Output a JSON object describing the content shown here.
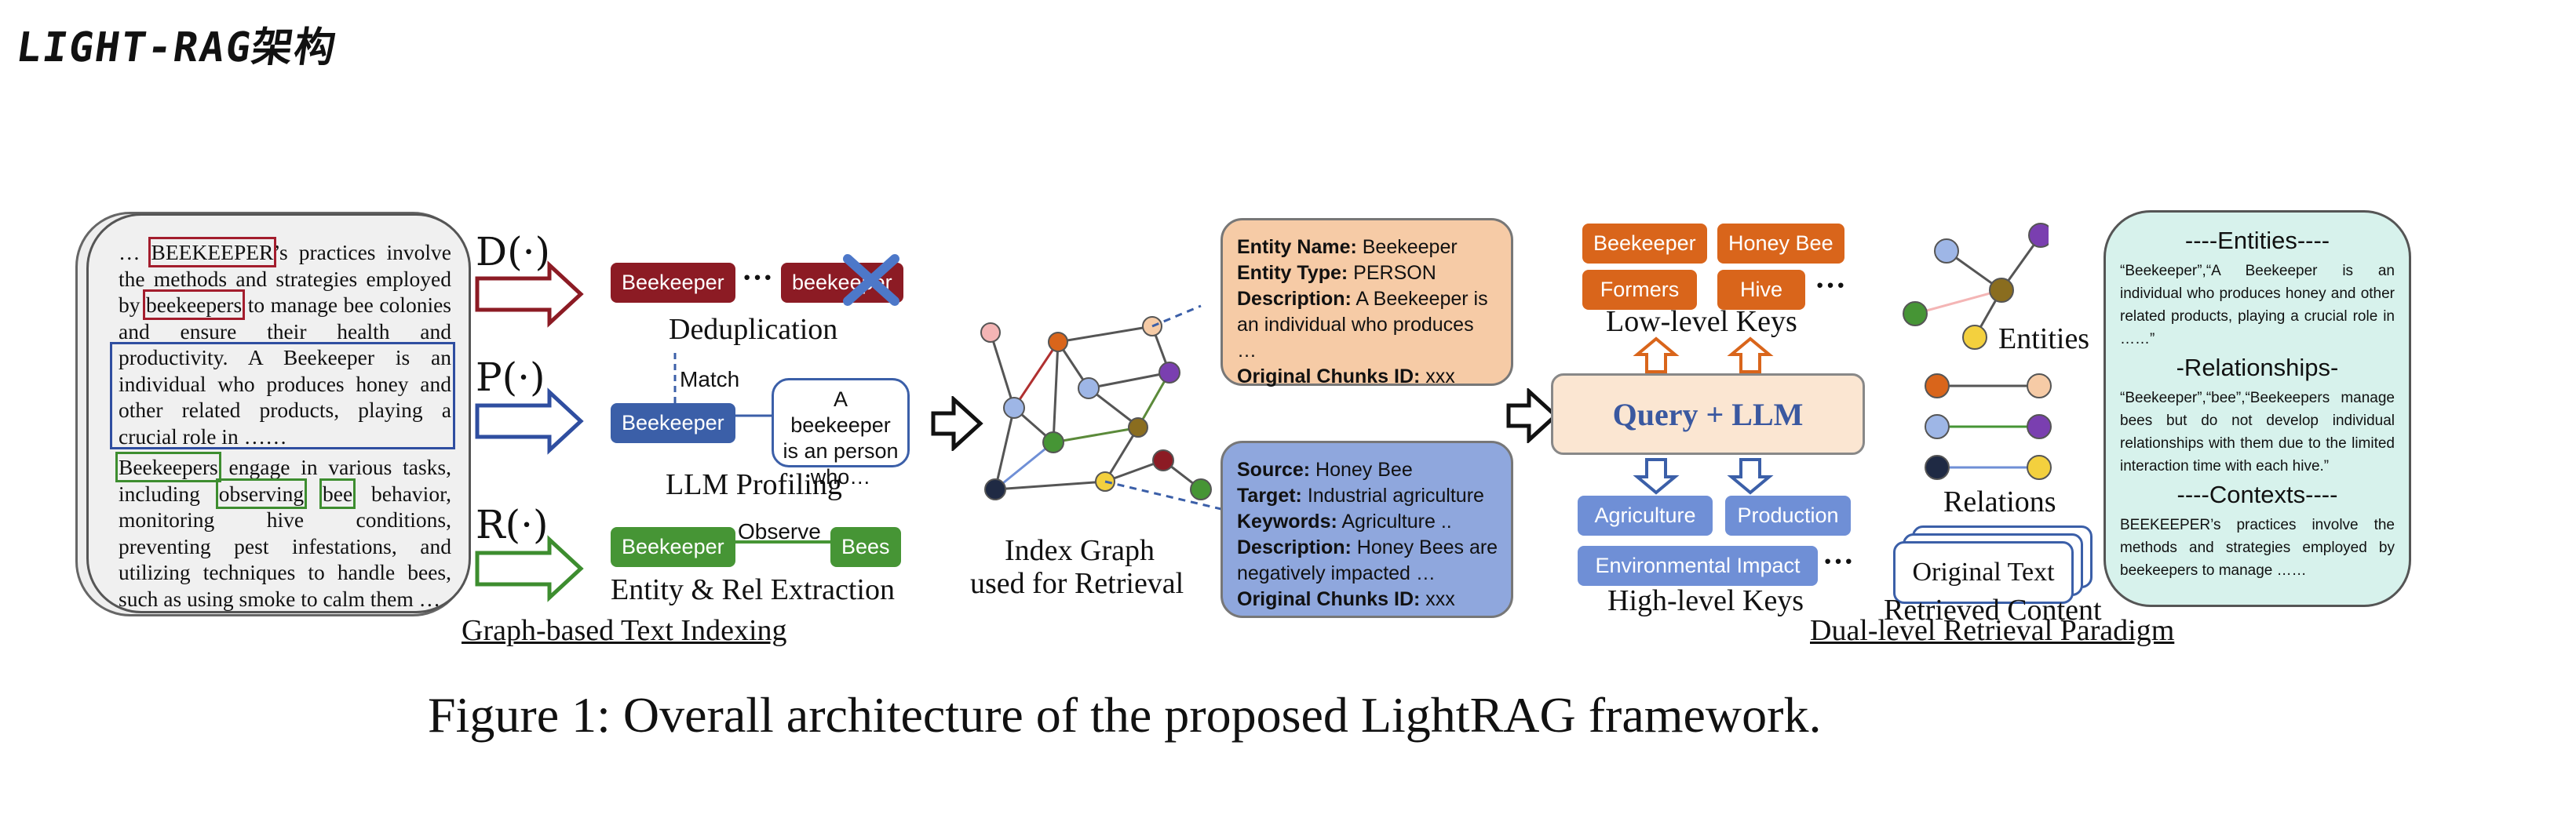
{
  "page_title": "LIGHT-RAG架构",
  "document": {
    "para1_parts": [
      "… ",
      "BEEKEEPER",
      "’s practices involve the methods and strategies employed by ",
      "beekeepers",
      " to manage bee colonies and ensure their health and productivity. A Beekeeper is an individual who produces honey and other related products, playing a crucial role in ……"
    ],
    "para2_parts": [
      "Beekeepers",
      " engage in various tasks, including ",
      "observing",
      " ",
      "bee",
      " behavior, monitoring hive conditions, preventing pest infestations, and utilizing techniques to handle bees, such as using smoke to calm them …"
    ]
  },
  "operators": {
    "dedup": "D(·)",
    "profile": "P(·)",
    "extract": "R(·)"
  },
  "dedup": {
    "pill_a": "Beekeeper",
    "dots": "···",
    "pill_b": "beekeeper",
    "label": "Deduplication"
  },
  "profiling": {
    "match": "Match",
    "pill": "Beekeeper",
    "bubble": "A beekeeper is an person who…",
    "label": "LLM Profiling"
  },
  "extraction": {
    "source": "Beekeeper",
    "relation": "Observe",
    "target": "Bees",
    "label": "Entity & Rel Extraction"
  },
  "left_caption": "Graph-based Text Indexing",
  "index_graph": {
    "line1": "Index Graph",
    "line2": "used for Retrieval"
  },
  "entity_card": {
    "name_label": "Entity Name:",
    "name_value": " Beekeeper",
    "type_label": "Entity Type:",
    "type_value": " PERSON",
    "desc_label": "Description:",
    "desc_value": " A Beekeeper is an individual who produces …",
    "chunk_label": "Original Chunks ID:",
    "chunk_value": " xxx"
  },
  "relation_card": {
    "source_label": "Source:",
    "source_value": " Honey Bee",
    "target_label": "Target:",
    "target_value": " Industrial agriculture",
    "kw_label": "Keywords:",
    "kw_value": " Agriculture ..",
    "desc_label": "Description:",
    "desc_value": " Honey Bees are negatively impacted …",
    "chunk_label": "Original Chunks ID:",
    "chunk_value": " xxx"
  },
  "low_keys": {
    "items": [
      "Beekeeper",
      "Honey Bee",
      "Formers",
      "Hive"
    ],
    "more": "···",
    "label": "Low-level Keys"
  },
  "query_llm": "Query + LLM",
  "high_keys": {
    "items": [
      "Agriculture",
      "Production",
      "Environmental Impact"
    ],
    "more": "···",
    "label": "High-level Keys"
  },
  "retrieved": {
    "entities": "Entities",
    "relations": "Relations",
    "original_text": "Original Text",
    "label": "Retrieved Content"
  },
  "right_caption": "Dual-level Retrieval Paradigm",
  "contexts": {
    "entities_title": "----Entities----",
    "entities_text": "“Beekeeper”,“A Beekeeper is an individual who produces honey and other related products, playing a crucial role in ……”",
    "relationships_title": "-Relationships-",
    "relationships_text": "“Beekeeper”,“bee”,“Beekeepers manage bees but do not develop individual relationships with them due to the limited interaction time with each hive.”",
    "contexts_title": "----Contexts----",
    "contexts_text": "BEEKEEPER’s practices involve the methods and strategies employed by beekeepers to manage ……"
  },
  "figure_caption": "Figure 1: Overall architecture of the proposed LightRAG framework.",
  "colors": {
    "red": "#8c1b24",
    "blue": "#3b5fa8",
    "green": "#469535",
    "orange": "#d9651b",
    "light_blue": "#6f8fd6"
  }
}
